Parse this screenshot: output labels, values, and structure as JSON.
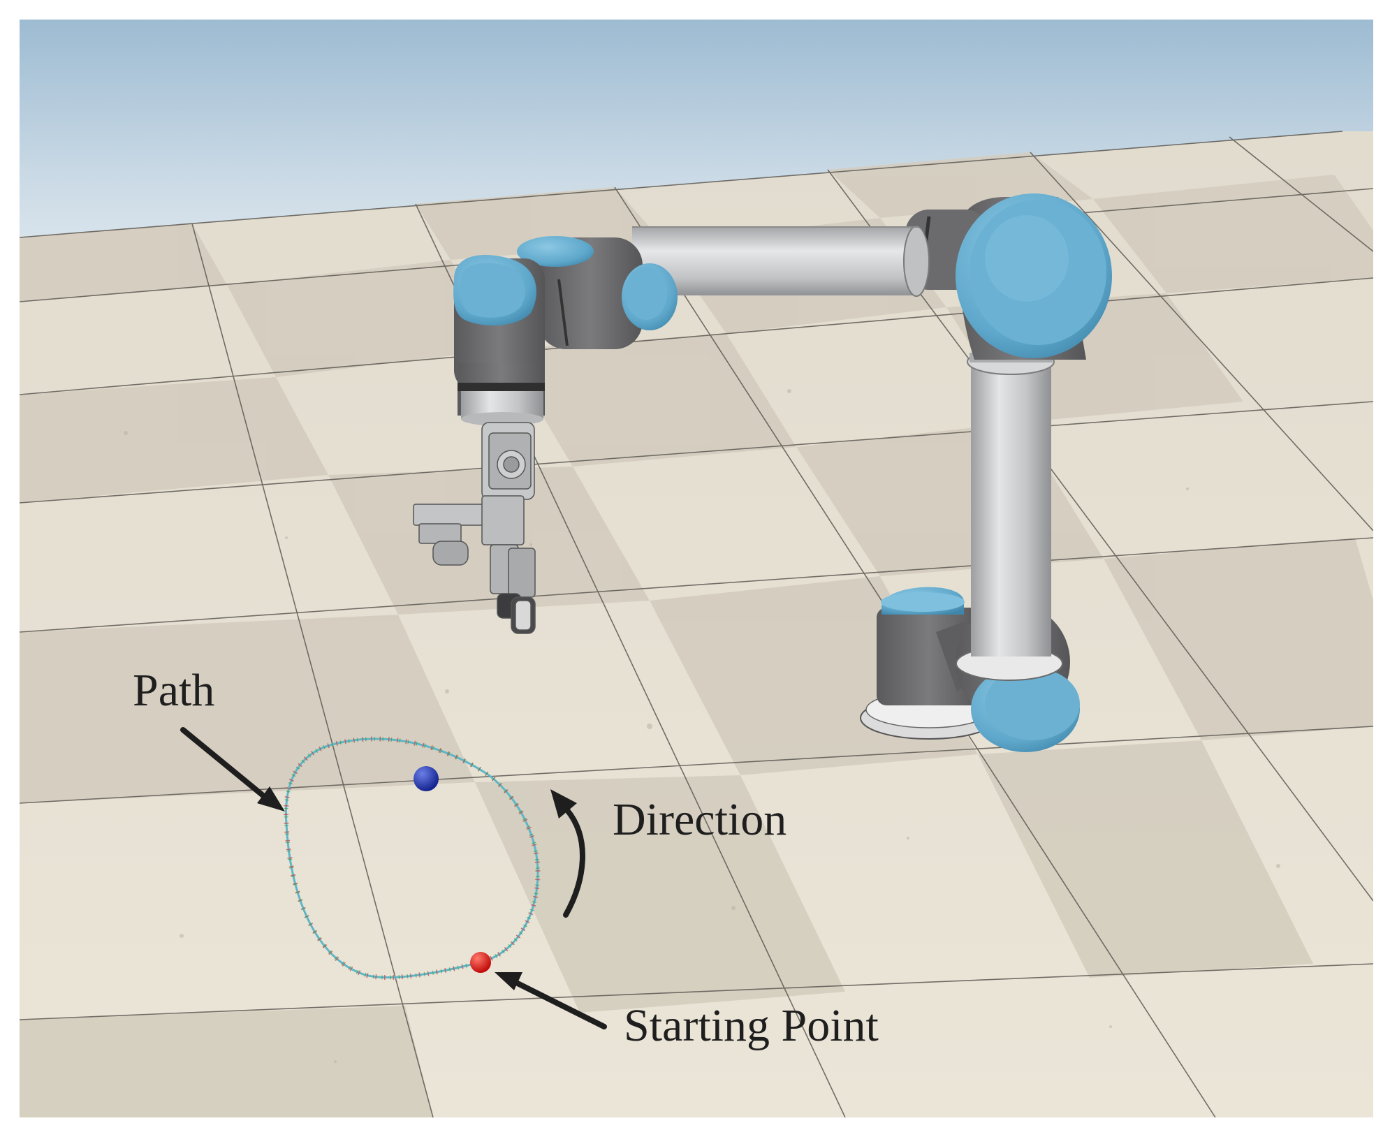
{
  "labels": {
    "path": "Path",
    "direction": "Direction",
    "starting_point": "Starting Point"
  },
  "colors": {
    "sky_top": "#9fbdd3",
    "sky_bottom": "#e3ebf1",
    "floor_light": "#ece5d7",
    "floor_dark": "#d6cfc1",
    "floor_shadow": "#cbc4b6",
    "grid_line": "#5a5650",
    "robot_blue": "#6aaed0",
    "robot_dark": "#6a6a6a",
    "robot_light": "#c9cbcd",
    "path_line": "#58b5c9",
    "goal_marker": "#1c2ea8",
    "start_marker": "#e01212",
    "annotation": "#1e1e1e"
  },
  "icons": {
    "path_pointer": "arrow-icon",
    "direction_indicator": "curved-arrow-icon",
    "start_pointer": "arrow-icon"
  }
}
